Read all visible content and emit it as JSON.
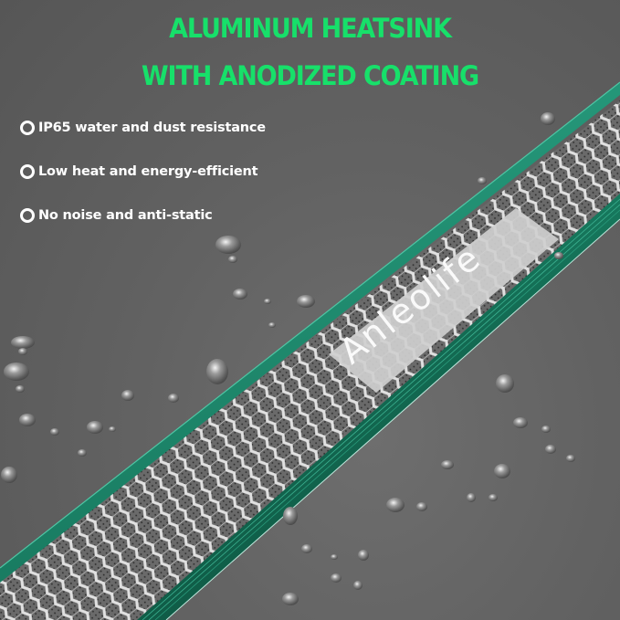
{
  "headline": {
    "line1": "ALUMINUM HEATSINK",
    "line2": "WITH ANODIZED COATING",
    "color": "#17e06a"
  },
  "features": [
    {
      "icon": "ring-bullet-icon",
      "text": "IP65 water and dust resistance"
    },
    {
      "icon": "ring-bullet-icon",
      "text": "Low heat and energy-efficient"
    },
    {
      "icon": "ring-bullet-icon",
      "text": "No noise and anti-static"
    }
  ],
  "product": {
    "brand_logo": "Anleolife",
    "rail_color": "#1e8a6e",
    "mesh_color": "#d9d9d9",
    "background_color": "#5f5f5f"
  }
}
